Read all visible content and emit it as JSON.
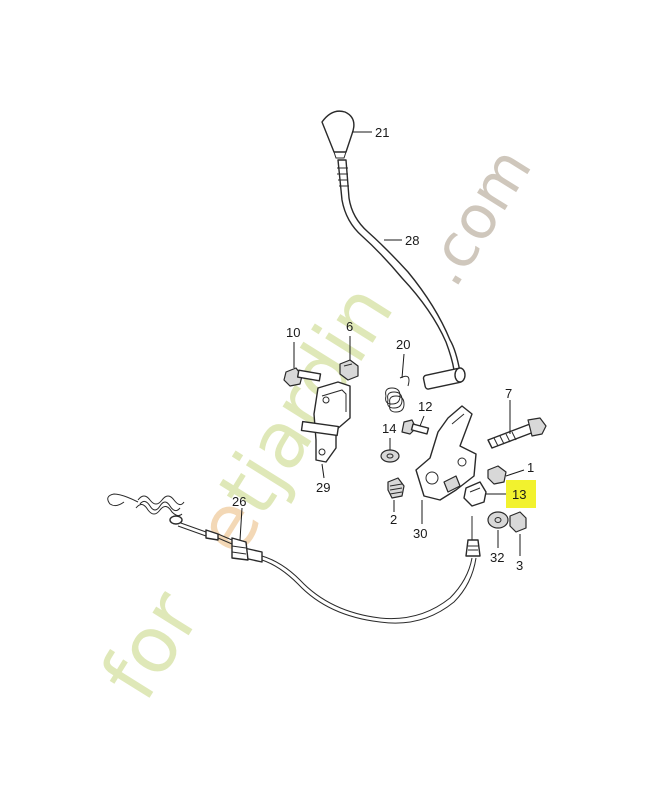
{
  "watermark": {
    "part1": "for",
    "part2": "e",
    "part3": "tjardin",
    "part4": ".com",
    "color_green": "#dfe8b8",
    "color_orange": "#f3d8b6",
    "color_grey": "#cfc7bc"
  },
  "callouts": {
    "p1": "1",
    "p2": "2",
    "p3": "3",
    "p6": "6",
    "p7": "7",
    "p10": "10",
    "p12": "12",
    "p13": "13",
    "p14": "14",
    "p20": "20",
    "p21": "21",
    "p26": "26",
    "p28": "28",
    "p29": "29",
    "p30": "30",
    "p32": "32"
  },
  "highlight": {
    "part": "13",
    "color": "#f2f22e"
  }
}
